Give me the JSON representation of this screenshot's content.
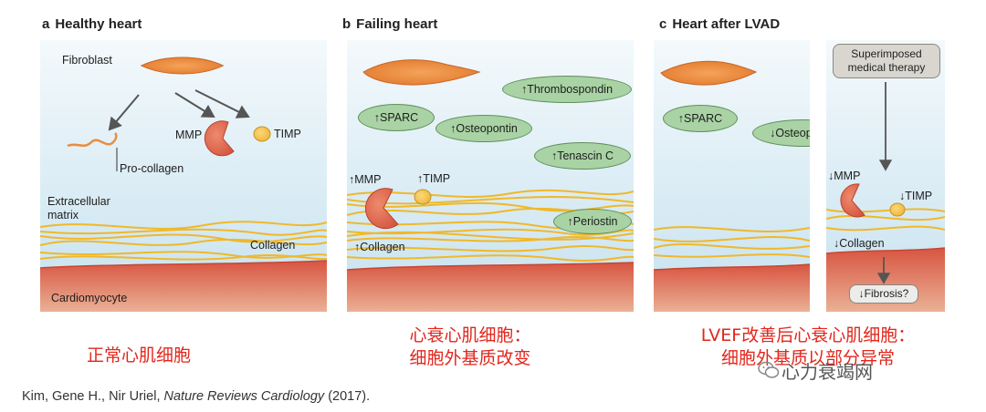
{
  "panels": {
    "a": {
      "letter": "a",
      "title": "Healthy heart"
    },
    "b": {
      "letter": "b",
      "title": "Failing heart"
    },
    "c": {
      "letter": "c",
      "title": "Heart after LVAD"
    }
  },
  "labels_a": {
    "fibroblast": "Fibroblast",
    "mmp": "MMP",
    "timp": "TIMP",
    "procollagen": "Pro-collagen",
    "ecm": "Extracellular\nmatrix",
    "collagen": "Collagen",
    "cardiomyocyte": "Cardiomyocyte"
  },
  "labels_b": {
    "thrombospondin": "↑Thrombospondin",
    "sparc": "↑SPARC",
    "osteopontin": "↑Osteopontin",
    "tenascin": "↑Tenascin C",
    "mmp": "↑MMP",
    "timp": "↑TIMP",
    "periostin": "↑Periostin",
    "collagen": "↑Collagen"
  },
  "labels_c": {
    "superimposed": "Superimposed\nmedical therapy",
    "sparc": "↑SPARC",
    "osteopontin": "↓Osteopontin",
    "mmp": "↓MMP",
    "timp": "↓TIMP",
    "collagen": "↓Collagen",
    "fibrosis": "↓Fibrosis?"
  },
  "chinese": {
    "a": "正常心肌细胞",
    "b": "心衰心肌细胞：\n细胞外基质改变",
    "c": "LVEF改善后心衰心肌细胞：\n细胞外基质以部分异常"
  },
  "citation": {
    "authors": "Kim, Gene H., Nir Uriel, ",
    "journal": "Nature Reviews Cardiology",
    "year": " (2017)."
  },
  "watermark": "心力衰竭网",
  "colors": {
    "sky_top": "#f3f8fb",
    "sky_bottom": "#c9e4f0",
    "cardio_top": "#d85a45",
    "cardio_bottom": "#eaa78c",
    "fibroblast": "#ea8d3f",
    "mmp": "#e0664e",
    "timp": "#f6c250",
    "collagen": "#f0b82a",
    "pill": "#a9d3a4",
    "chinese_text": "#e2261c"
  }
}
